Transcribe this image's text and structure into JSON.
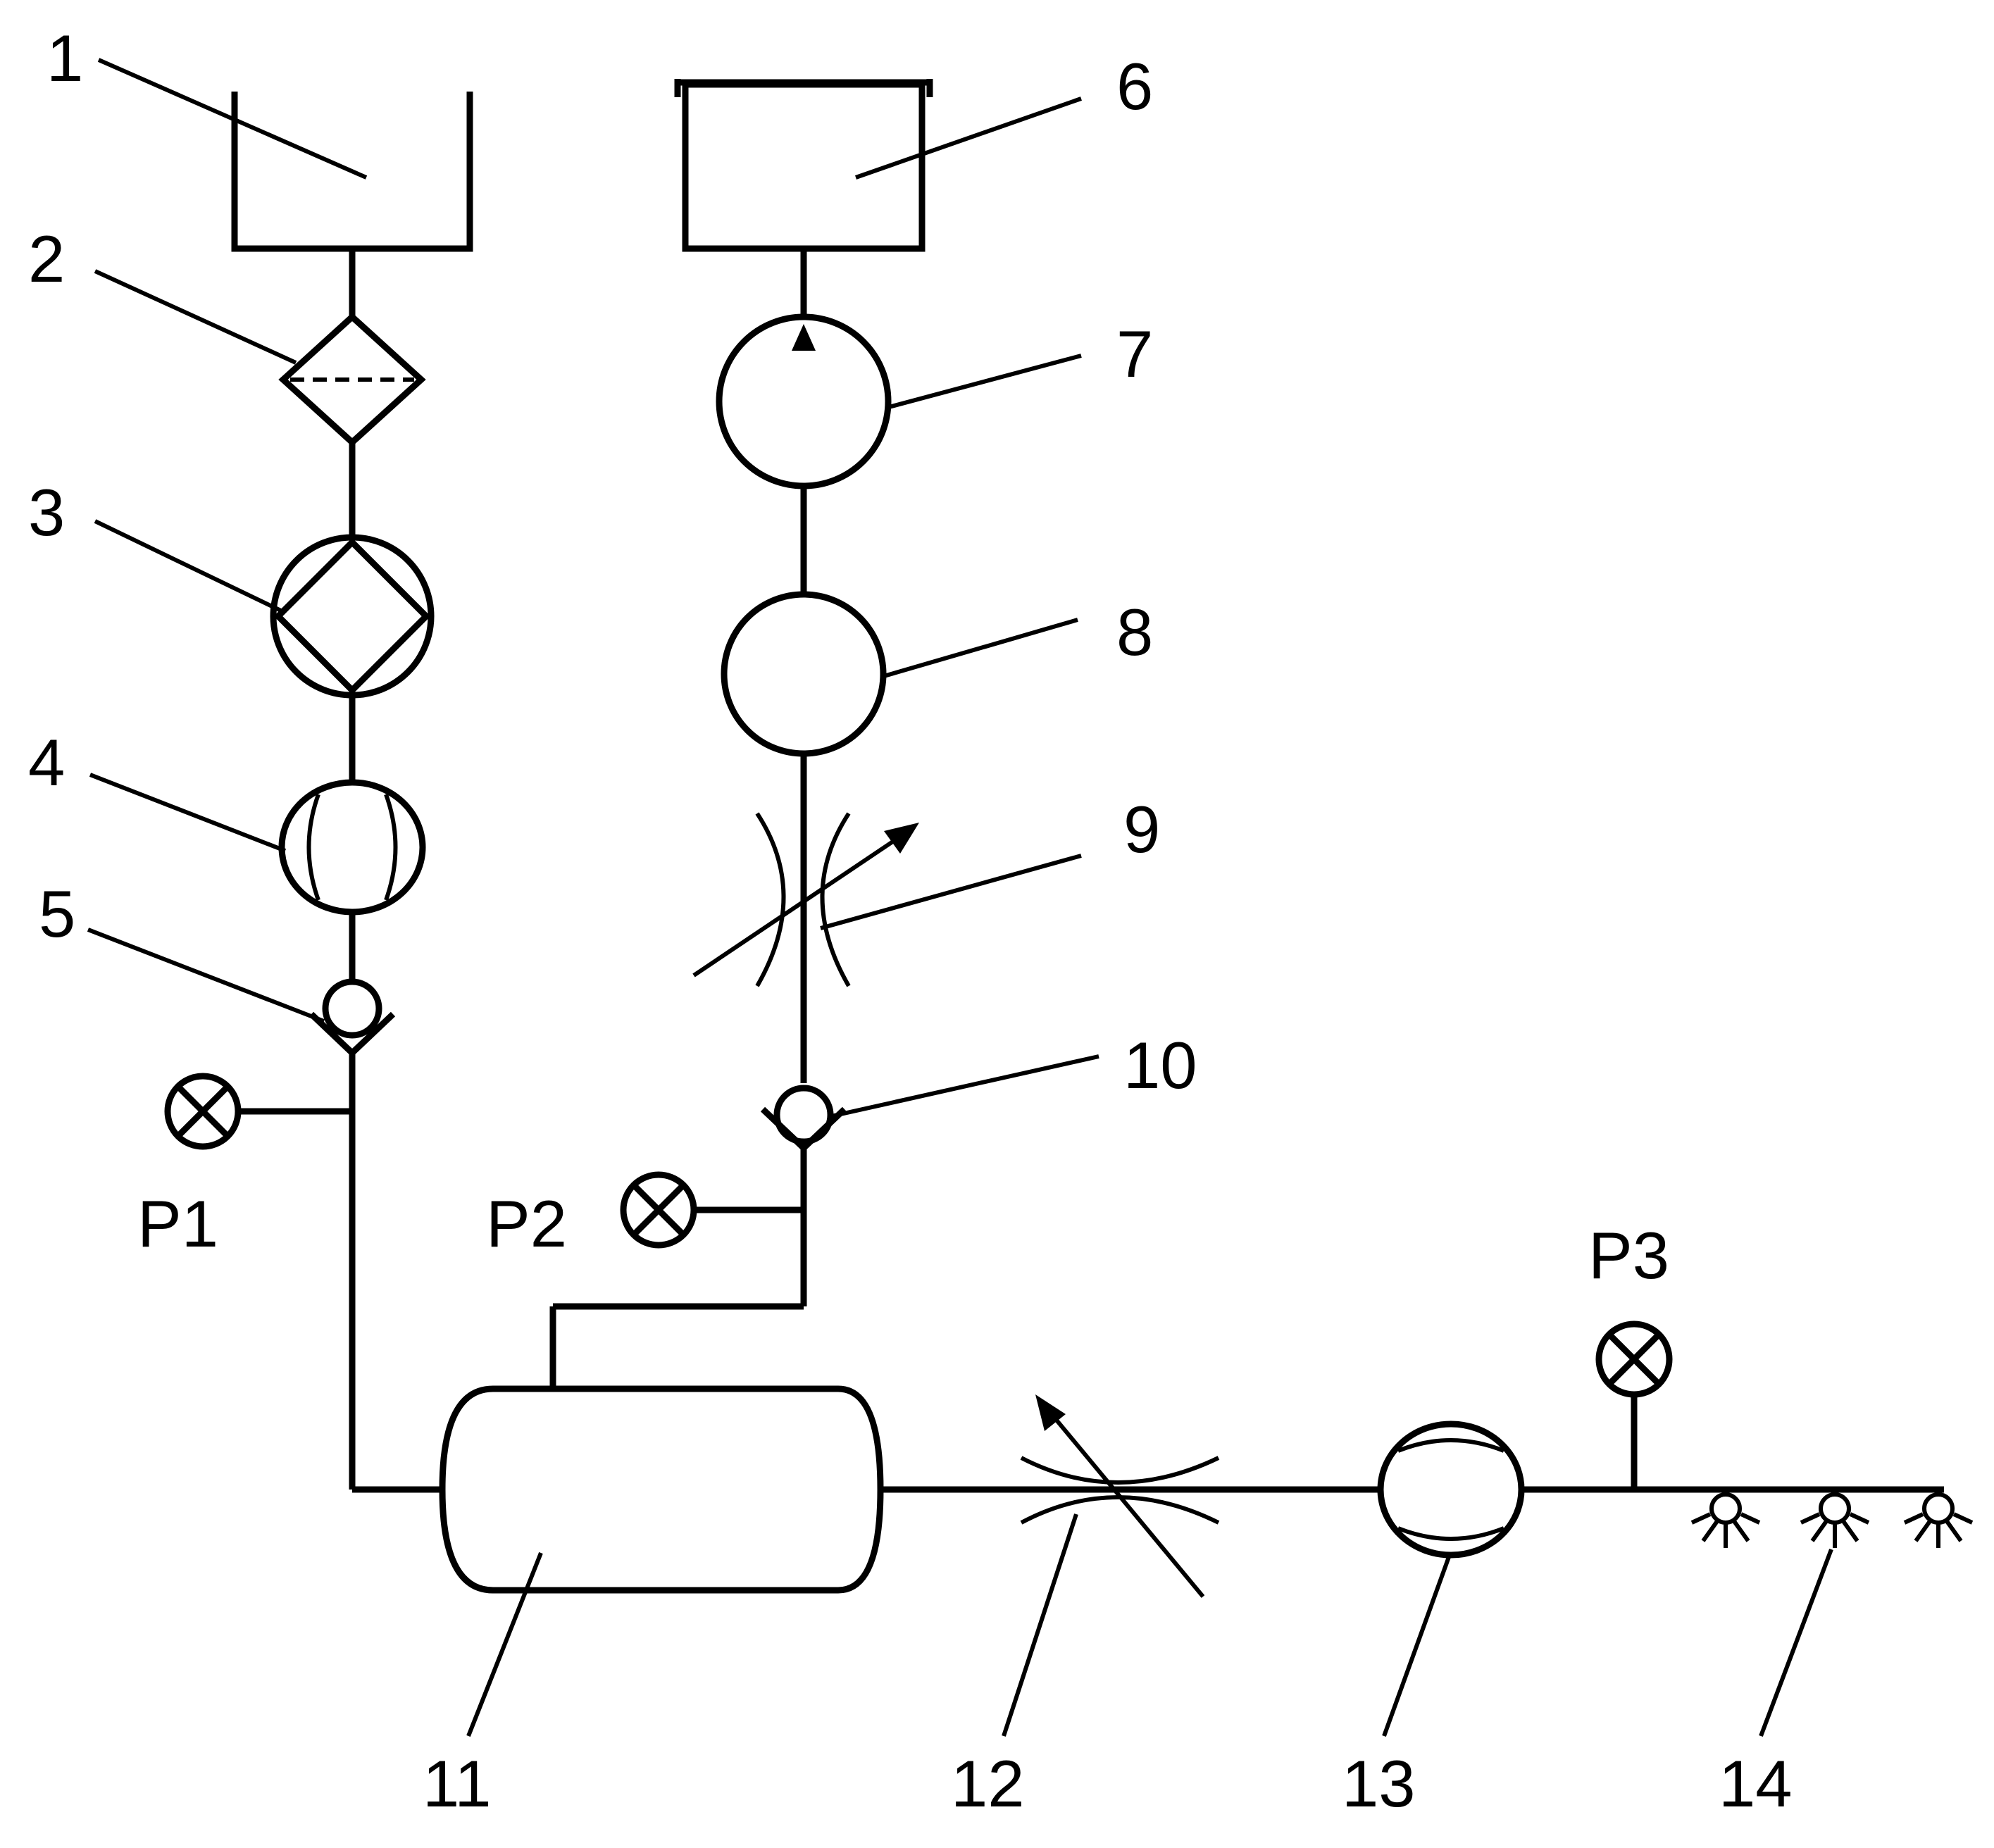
{
  "labels": {
    "n1": "1",
    "n2": "2",
    "n3": "3",
    "n4": "4",
    "n5": "5",
    "n6": "6",
    "n7": "7",
    "n8": "8",
    "n9": "9",
    "n10": "10",
    "n11": "11",
    "n12": "12",
    "n13": "13",
    "n14": "14"
  },
  "gauges": {
    "p1": "P1",
    "p2": "P2",
    "p3": "P3"
  },
  "colors": {
    "line": "#000000",
    "background": "#ffffff"
  }
}
